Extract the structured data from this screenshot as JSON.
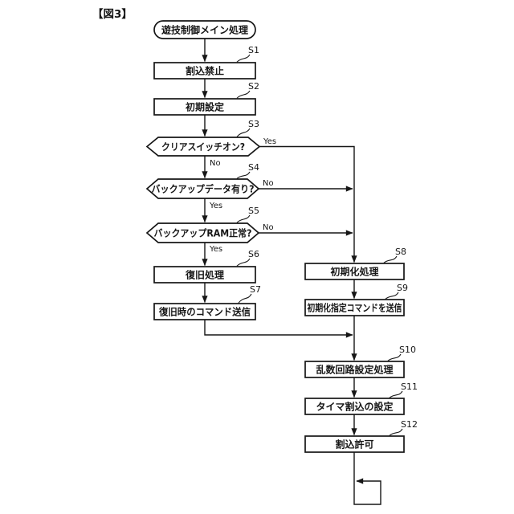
{
  "figure_label": "【図3】",
  "colors": {
    "ink": "#161616",
    "background": "#ffffff"
  },
  "flowchart": {
    "title": "遊技制御メイン処理",
    "edge_labels": {
      "yes": "Yes",
      "no": "No"
    },
    "nodes": {
      "start": {
        "tag": "",
        "label": "遊技制御メイン処理",
        "shape": "terminal"
      },
      "s1": {
        "tag": "S1",
        "label": "割込禁止",
        "shape": "process"
      },
      "s2": {
        "tag": "S2",
        "label": "初期設定",
        "shape": "process"
      },
      "s3": {
        "tag": "S3",
        "label": "クリアスイッチオン?",
        "shape": "decision"
      },
      "s4": {
        "tag": "S4",
        "label": "バックアップデータ有り?",
        "shape": "decision"
      },
      "s5": {
        "tag": "S5",
        "label": "バックアップRAM正常?",
        "shape": "decision"
      },
      "s6": {
        "tag": "S6",
        "label": "復旧処理",
        "shape": "process"
      },
      "s7": {
        "tag": "S7",
        "label": "復旧時のコマンド送信",
        "shape": "process"
      },
      "s8": {
        "tag": "S8",
        "label": "初期化処理",
        "shape": "process"
      },
      "s9": {
        "tag": "S9",
        "label": "初期化指定コマンドを送信",
        "shape": "process"
      },
      "s10": {
        "tag": "S10",
        "label": "乱数回路設定処理",
        "shape": "process"
      },
      "s11": {
        "tag": "S11",
        "label": "タイマ割込の設定",
        "shape": "process"
      },
      "s12": {
        "tag": "S12",
        "label": "割込許可",
        "shape": "process"
      }
    }
  }
}
